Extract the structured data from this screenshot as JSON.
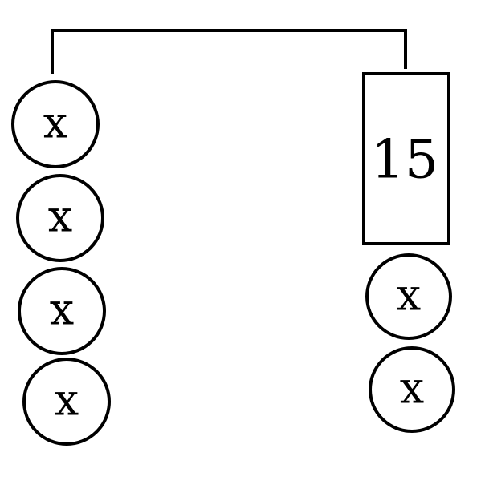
{
  "diagram": {
    "left_side": {
      "circles": [
        {
          "label": "x"
        },
        {
          "label": "x"
        },
        {
          "label": "x"
        },
        {
          "label": "x"
        }
      ]
    },
    "right_side": {
      "box": {
        "label": "15"
      },
      "circles": [
        {
          "label": "x"
        },
        {
          "label": "x"
        }
      ]
    }
  }
}
